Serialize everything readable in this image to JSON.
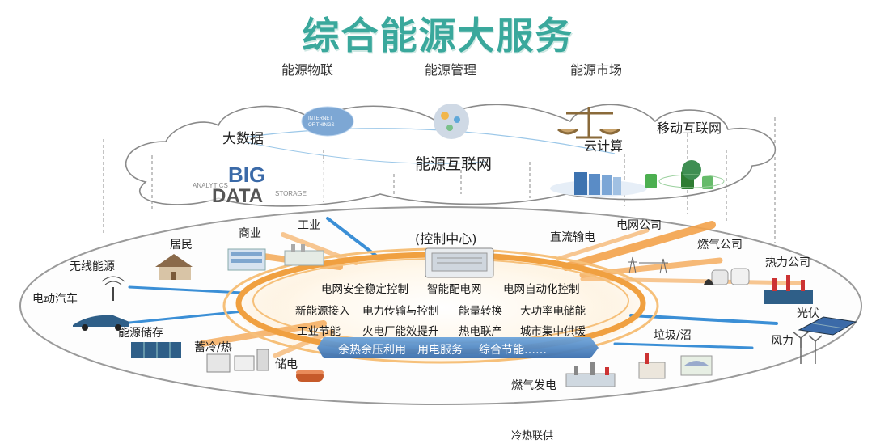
{
  "title": "综合能源大服务",
  "top_labels": [
    "能源物联",
    "能源管理",
    "能源市场"
  ],
  "cloud": {
    "big_data": "大数据",
    "energy_internet": "能源互联网",
    "cloud_computing": "云计算",
    "mobile_internet": "移动互联网",
    "big_data_art": "BIG DATA",
    "iot_globe_text": "INTERNET OF THINGS"
  },
  "ring_labels": {
    "wireless": "无线能源",
    "ev": "电动汽车",
    "storage": "能源储存",
    "heat_cold_storage": "蓄冷/热",
    "electric_storage": "储电",
    "residents": "居民",
    "commerce": "商业",
    "industry": "工业",
    "control_center": "(控制中心)",
    "dc_transmission": "直流输电",
    "grid_company": "电网公司",
    "gas_company": "燃气公司",
    "heat_company": "热力公司",
    "pv": "光伏",
    "wind": "风力",
    "waste_biogas": "垃圾/沼",
    "gas_power": "燃气发电",
    "chp_cooling": "冷热联供"
  },
  "center_services": {
    "row1": [
      "电网安全稳定控制",
      "智能配电网",
      "电网自动化控制"
    ],
    "row2": [
      "新能源接入",
      "电力传输与控制",
      "能量转换",
      "大功率电储能"
    ],
    "row3": [
      "工业节能",
      "火电厂能效提升",
      "热电联产",
      "城市集中供暖"
    ],
    "band": [
      "余热余压利用",
      "用电服务",
      "综合节能……"
    ]
  },
  "colors": {
    "title": "#3aa89c",
    "orange_ring": "#f0a040",
    "blue_band": "#4a86c8",
    "blue_line": "#3b8fd6",
    "ellipse": "#9a9a9a"
  }
}
